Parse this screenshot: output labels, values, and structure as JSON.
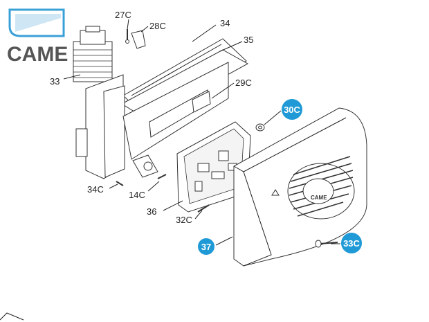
{
  "brand": {
    "name": "CAME",
    "accent_color": "#3aa0d8",
    "text_color": "#555555"
  },
  "callouts": {
    "p27c": "27C",
    "p28c": "28C",
    "p34": "34",
    "p35": "35",
    "p33": "33",
    "p29c": "29C",
    "p30c": "30C",
    "p34c": "34C",
    "p14c": "14C",
    "p36": "36",
    "p32c": "32C",
    "p37": "37",
    "p33c": "33C"
  },
  "cover_logo": "CAME",
  "badge_color": "#1f9ad6"
}
